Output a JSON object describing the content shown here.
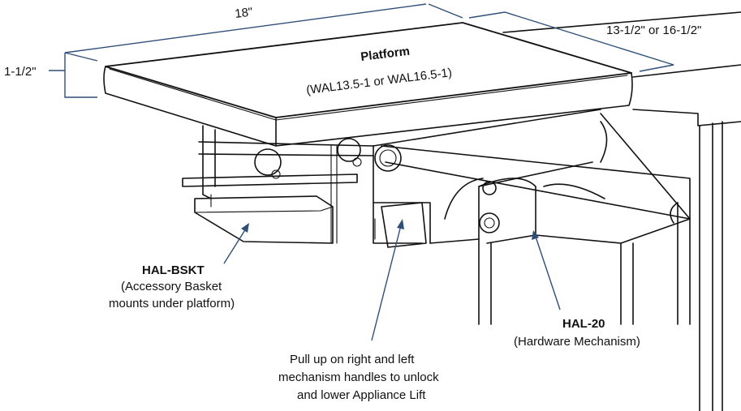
{
  "dimensions": {
    "width_label": "18\"",
    "depth_label": "13-1/2\" or 16-1/2\"",
    "thickness_label": "1-1/2\""
  },
  "platform": {
    "title": "Platform",
    "models": "(WAL13.5-1 or WAL16.5-1)"
  },
  "basket": {
    "title": "HAL-BSKT",
    "line1": "(Accessory Basket",
    "line2": "mounts under platform)"
  },
  "mechanism": {
    "title": "HAL-20",
    "line1": "(Hardware Mechanism)"
  },
  "instructions": {
    "line1": "Pull up on right and left",
    "line2": "mechanism handles to unlock",
    "line3": "and lower Appliance Lift"
  },
  "colors": {
    "leader": "#2f4f79",
    "line": "#111111"
  }
}
